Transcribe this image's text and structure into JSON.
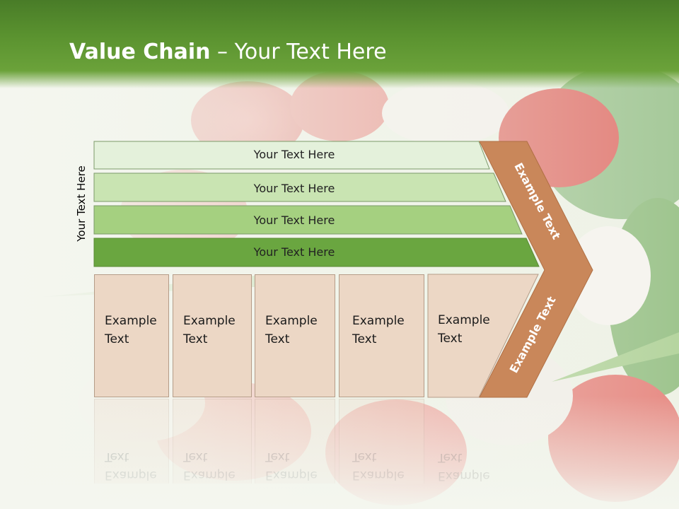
{
  "title": {
    "bold": "Value Chain",
    "rest": " – Your Text Here"
  },
  "side_label": "Your Text Here",
  "bars": [
    {
      "label": "Your Text Here",
      "color": "#e4f1db"
    },
    {
      "label": "Your Text Here",
      "color": "#c9e4b2"
    },
    {
      "label": "Your Text Here",
      "color": "#a5d080"
    },
    {
      "label": "Your Text Here",
      "color": "#6aa640"
    }
  ],
  "chevron": {
    "top_label": "Example Text",
    "bottom_label": "Example Text",
    "color": "#c9875a"
  },
  "boxes": [
    {
      "line1": "Example",
      "line2": "Text"
    },
    {
      "line1": "Example",
      "line2": "Text"
    },
    {
      "line1": "Example",
      "line2": "Text"
    },
    {
      "line1": "Example",
      "line2": "Text"
    },
    {
      "line1": "Example",
      "line2": "Text"
    }
  ]
}
